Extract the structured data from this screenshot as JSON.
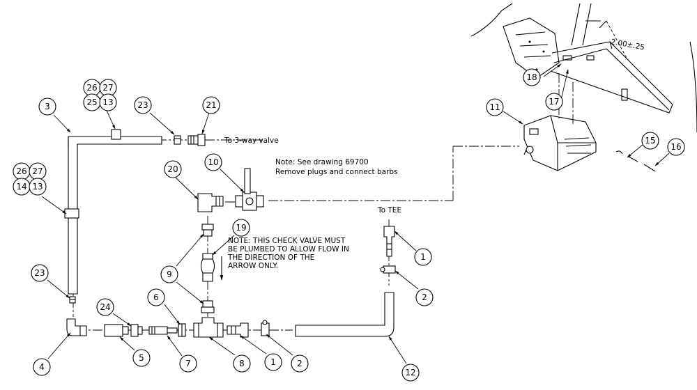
{
  "balloons": {
    "b1a": "1",
    "b1b": "1",
    "b2a": "2",
    "b2b": "2",
    "b3": "3",
    "b4": "4",
    "b5": "5",
    "b6": "6",
    "b7": "7",
    "b8": "8",
    "b9": "9",
    "b10": "10",
    "b11": "11",
    "b12": "12",
    "b13a": "13",
    "b13b": "13",
    "b14": "14",
    "b15": "15",
    "b16": "16",
    "b17": "17",
    "b18": "18",
    "b19": "19",
    "b20": "20",
    "b21": "21",
    "b23a": "23",
    "b23b": "23",
    "b24": "24",
    "b25": "25",
    "b26a": "26",
    "b26b": "26",
    "b27a": "27",
    "b27b": "27"
  },
  "notes": {
    "to_valve": "To 3-way valve",
    "see_drawing_1": "Note: See drawing 69700",
    "see_drawing_2": "Remove plugs and connect barbs",
    "to_tee": "To TEE",
    "check_valve_1": "NOTE: THIS CHECK VALVE MUST",
    "check_valve_2": "BE PLUMBED TO ALLOW FLOW IN",
    "check_valve_3": "THE DIRECTION OF THE",
    "check_valve_4": "ARROW ONLY.",
    "dimension": "2.00±.25"
  }
}
